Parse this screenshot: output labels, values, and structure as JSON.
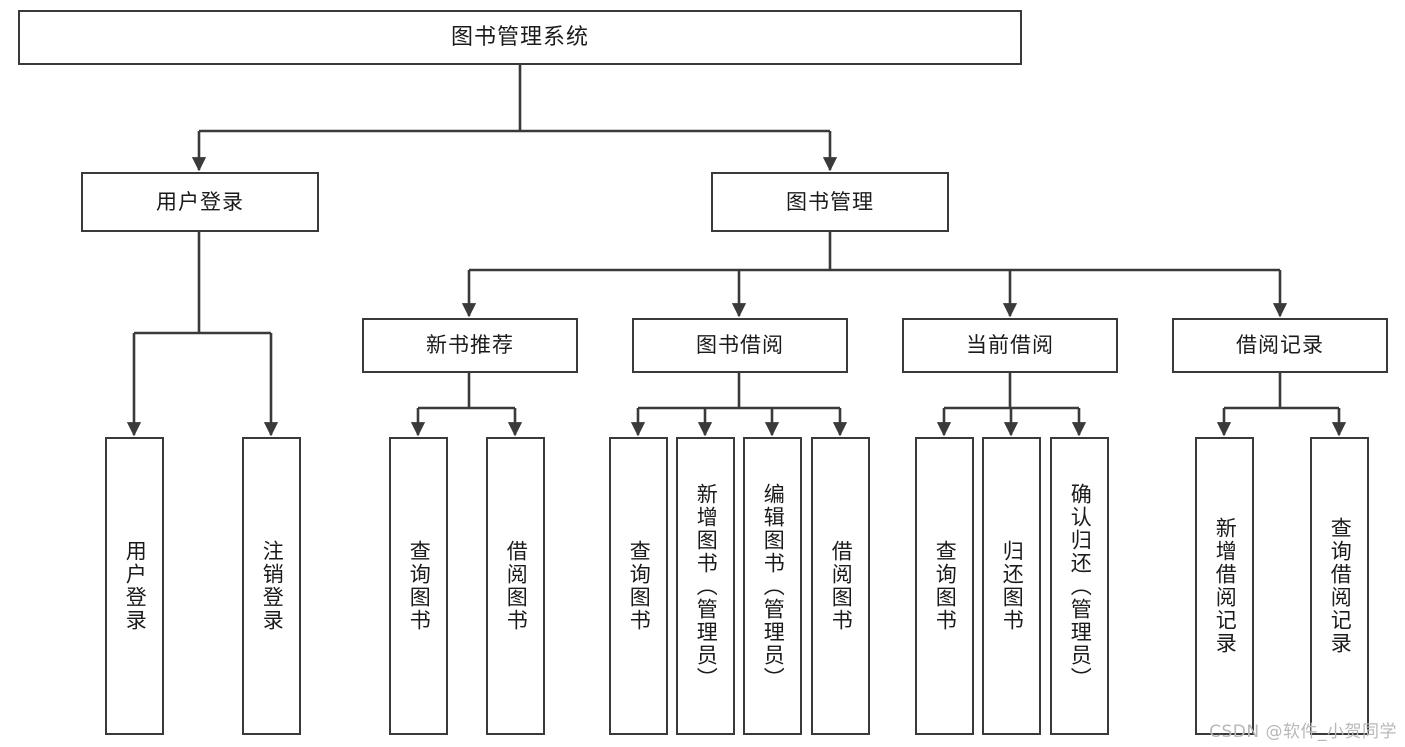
{
  "diagram": {
    "type": "tree-hierarchy-chart",
    "title": "图书管理系统",
    "stroke_color": "#3a3a3a",
    "fill_color": "#ffffff",
    "text_color": "#1b1b1b",
    "levels": 4
  },
  "nodes": {
    "root": {
      "label": "图书管理系统"
    },
    "level2": [
      {
        "id": "user-login",
        "label": "用户登录"
      },
      {
        "id": "book-manage",
        "label": "图书管理"
      }
    ],
    "level3": [
      {
        "id": "new-book-recommend",
        "label": "新书推荐"
      },
      {
        "id": "book-borrow",
        "label": "图书借阅"
      },
      {
        "id": "current-borrow",
        "label": "当前借阅"
      },
      {
        "id": "borrow-record",
        "label": "借阅记录"
      }
    ],
    "leaves": {
      "user_login": [
        {
          "id": "leaf-user-login",
          "label": "用户登录"
        },
        {
          "id": "leaf-logout-login",
          "label": "注销登录"
        }
      ],
      "new_book_recommend": [
        {
          "id": "leaf-query-book-1",
          "label": "查询图书"
        },
        {
          "id": "leaf-borrow-book-1",
          "label": "借阅图书"
        }
      ],
      "book_borrow": [
        {
          "id": "leaf-query-book-2",
          "label": "查询图书"
        },
        {
          "id": "leaf-add-book",
          "label": "新增图书（管理员）"
        },
        {
          "id": "leaf-edit-book",
          "label": "编辑图书（管理员）"
        },
        {
          "id": "leaf-borrow-book-2",
          "label": "借阅图书"
        }
      ],
      "current_borrow": [
        {
          "id": "leaf-query-book-3",
          "label": "查询图书"
        },
        {
          "id": "leaf-return-book",
          "label": "归还图书"
        },
        {
          "id": "leaf-confirm-return",
          "label": "确认归还（管理员）"
        }
      ],
      "borrow_record": [
        {
          "id": "leaf-add-record",
          "label": "新增借阅记录"
        },
        {
          "id": "leaf-query-record",
          "label": "查询借阅记录"
        }
      ]
    }
  },
  "watermark": {
    "text": "CSDN @软件_小贺同学"
  }
}
